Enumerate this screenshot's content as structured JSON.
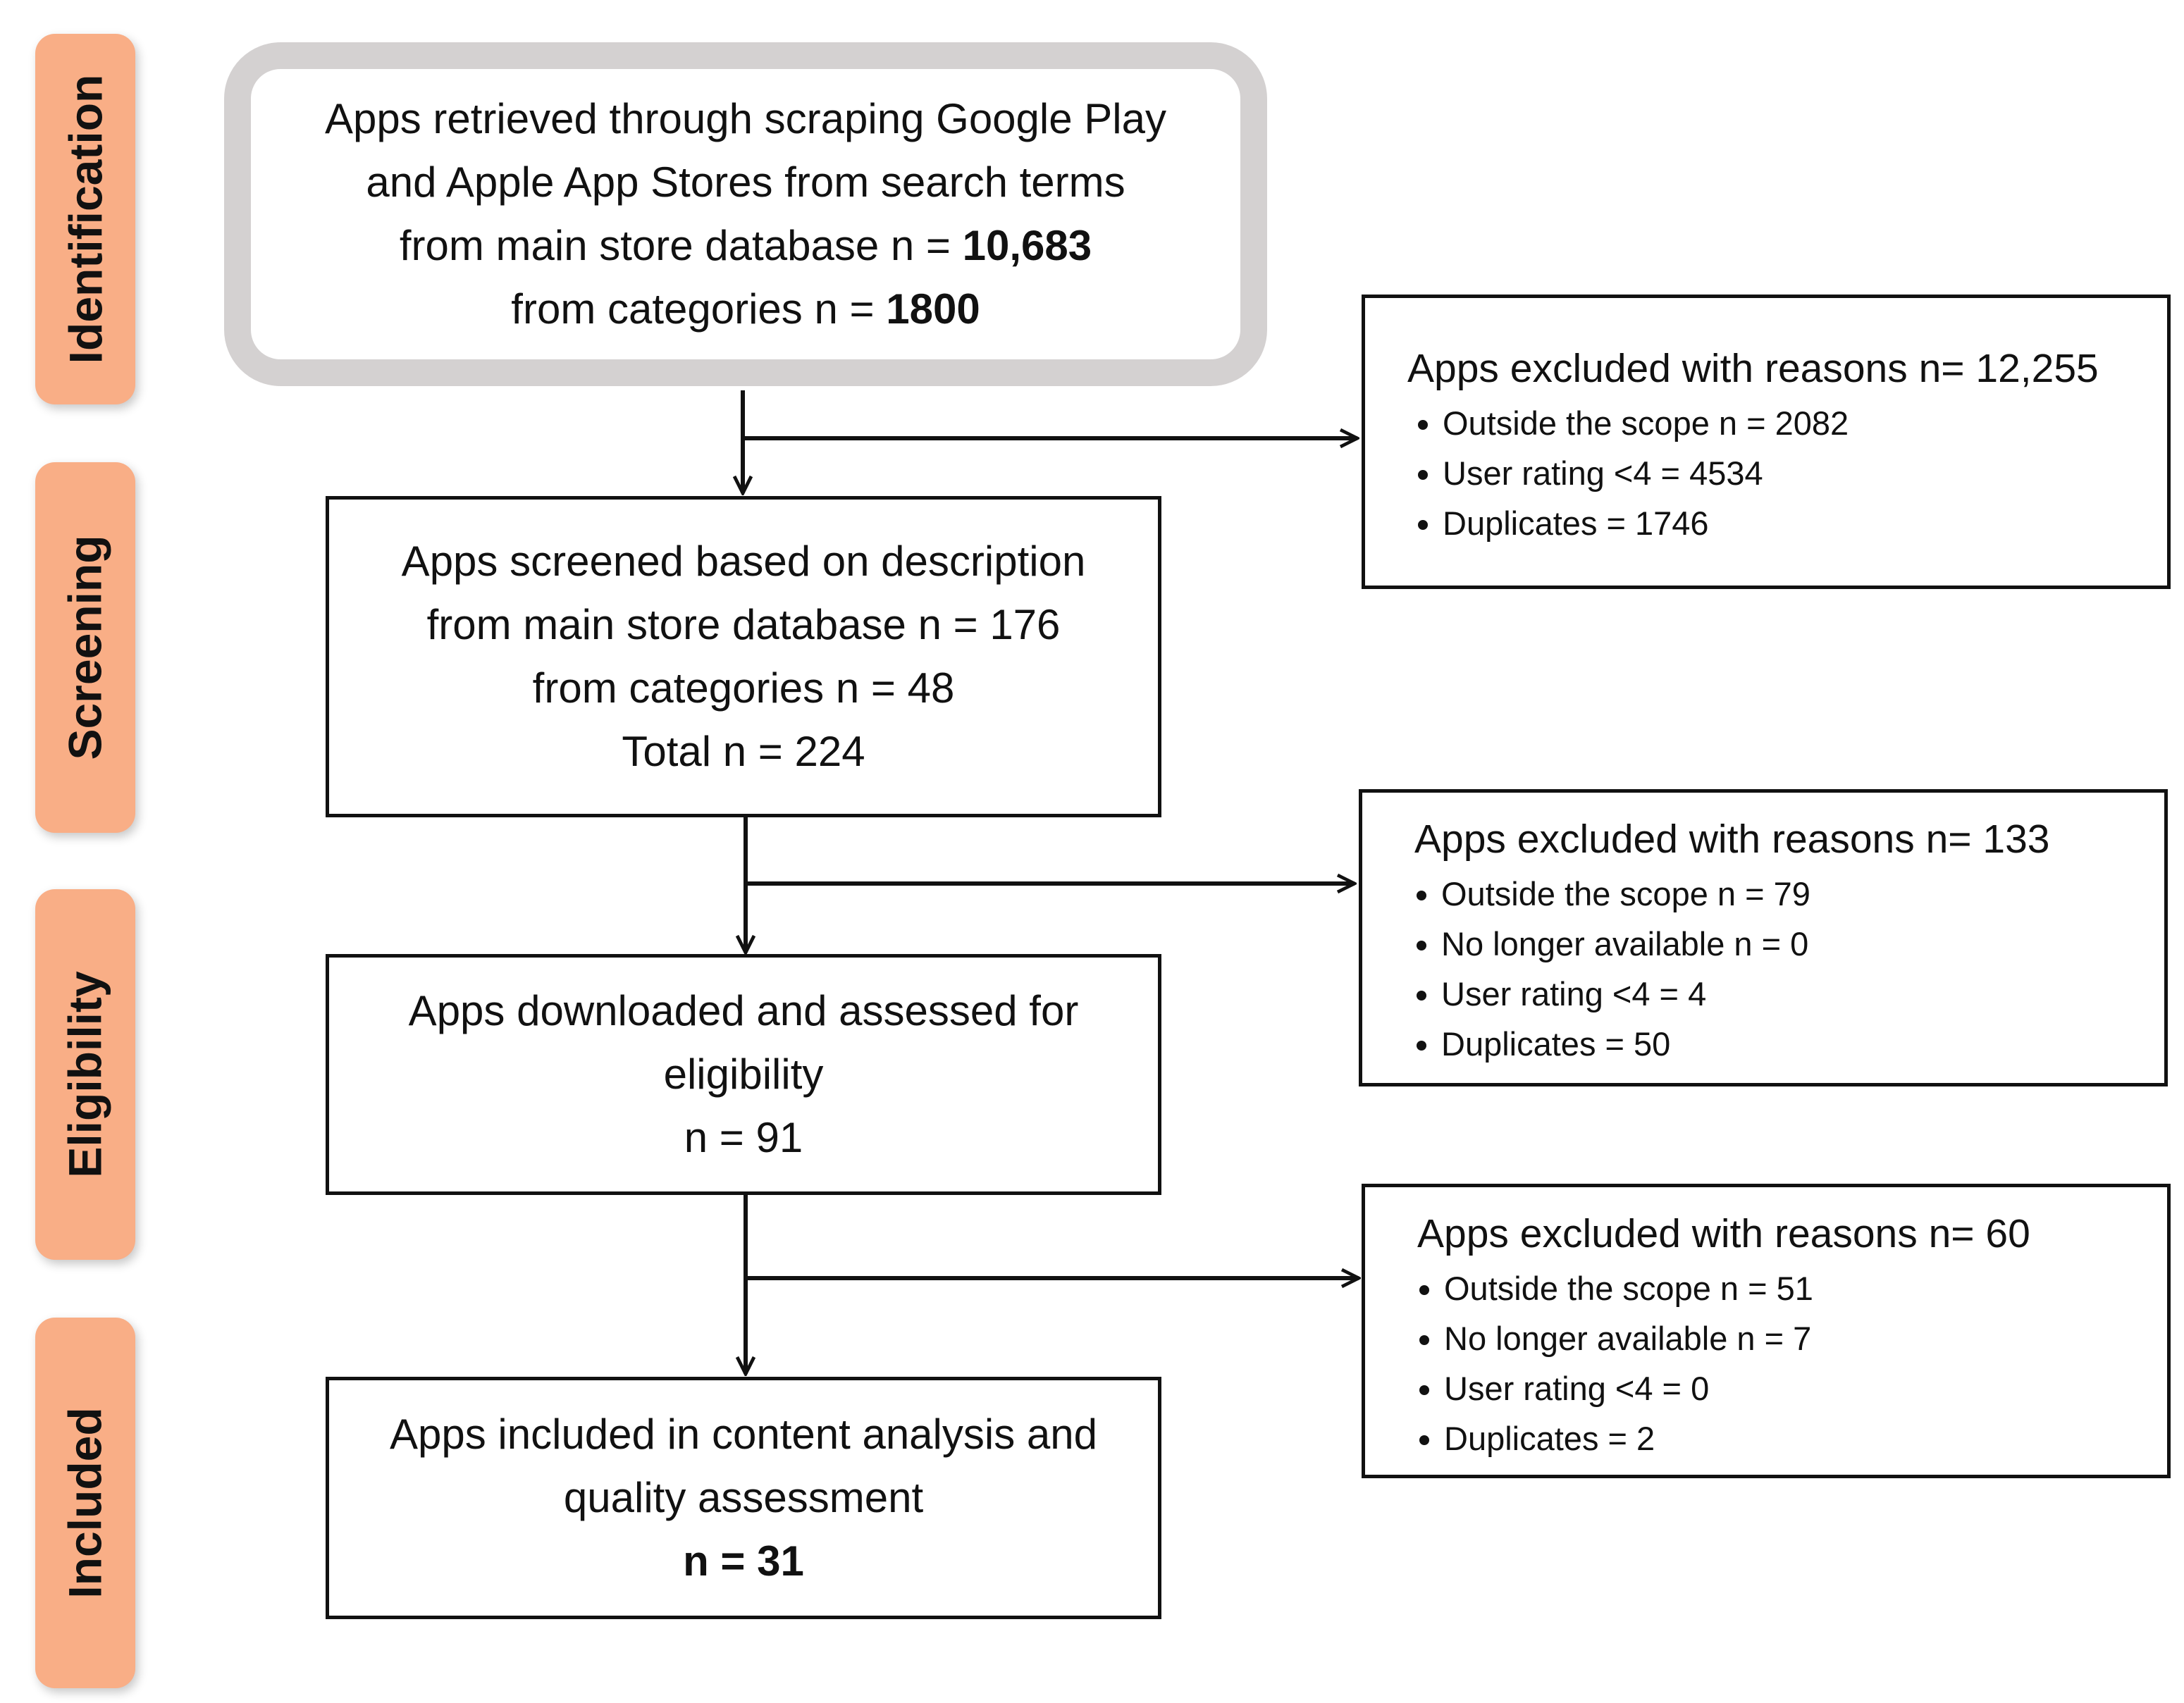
{
  "stages": [
    {
      "label": "Identification"
    },
    {
      "label": "Screening"
    },
    {
      "label": "Eligibility"
    },
    {
      "label": "Included"
    }
  ],
  "identification": {
    "line1": "Apps retrieved through scraping Google Play",
    "line2": "and Apple App Stores from search terms",
    "line3_prefix": "from main store database n = ",
    "line3_value": "10,683",
    "line4_prefix": "from categories n = ",
    "line4_value": "1800"
  },
  "screening": {
    "line1": "Apps screened based on description",
    "line2": "from main store database n = 176",
    "line3": "from categories n = 48",
    "line4": "Total n = 224"
  },
  "eligibility": {
    "line1": "Apps downloaded and assessed for",
    "line2": "eligibility",
    "line3": "n = 91"
  },
  "included": {
    "line1": "Apps included in content analysis and",
    "line2": "quality assessment",
    "line3": "n = 31"
  },
  "exclusions": [
    {
      "title": "Apps excluded with reasons n= 12,255",
      "items": [
        "Outside the scope n = 2082",
        "User rating <4 = 4534",
        "Duplicates = 1746"
      ]
    },
    {
      "title": "Apps excluded with reasons n= 133",
      "items": [
        "Outside the scope n = 79",
        "No longer available n = 0",
        "User rating <4 = 4",
        "Duplicates = 50"
      ]
    },
    {
      "title": "Apps excluded with reasons n= 60",
      "items": [
        "Outside the scope n = 51",
        "No longer available n = 7",
        "User rating <4 = 0",
        "Duplicates = 2"
      ]
    }
  ],
  "colors": {
    "stage_fill": "#f9ae86",
    "id_border": "#d4d1d1",
    "line": "#111111"
  }
}
